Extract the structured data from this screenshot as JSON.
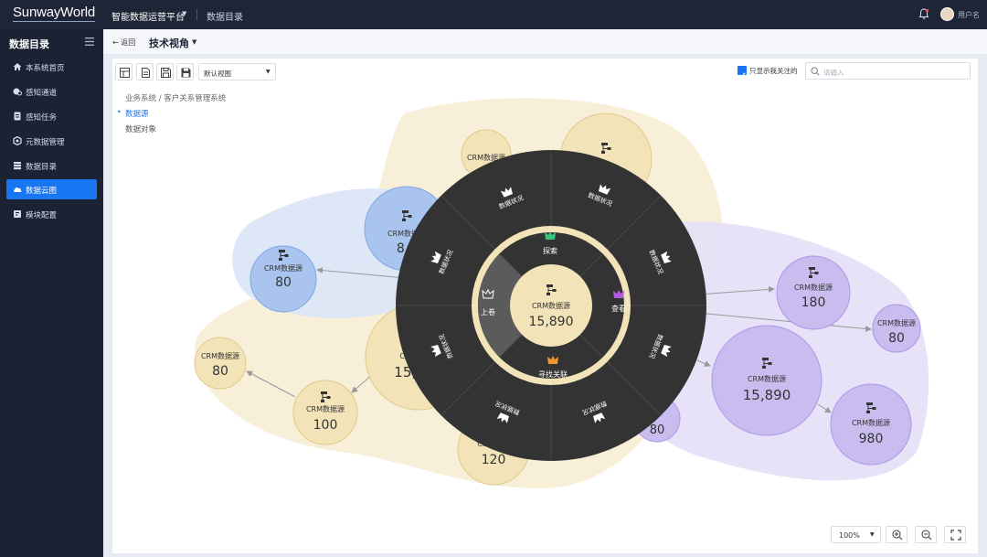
{
  "app": {
    "logo": "SunwayWorld",
    "platform": "智能数据运营平台",
    "top_crumb": "数据目录",
    "username": "用户名"
  },
  "sidebar": {
    "title": "数据目录",
    "items": [
      {
        "label": "本系统首页",
        "icon": "home-icon",
        "active": false
      },
      {
        "label": "感知通道",
        "icon": "channel-icon",
        "active": false
      },
      {
        "label": "感知任务",
        "icon": "task-icon",
        "active": false
      },
      {
        "label": "元数据管理",
        "icon": "metadata-icon",
        "active": false
      },
      {
        "label": "数据目录",
        "icon": "catalog-icon",
        "active": false
      },
      {
        "label": "数据云图",
        "icon": "cloud-icon",
        "active": true
      },
      {
        "label": "模块配置",
        "icon": "config-icon",
        "active": false
      }
    ]
  },
  "subheader": {
    "back_label": "返回",
    "view_title": "技术视角"
  },
  "toolbar": {
    "view_select": "默认视图",
    "follow_label": "只显示我关注的",
    "follow_checked": true,
    "search_placeholder": "请输入"
  },
  "path": {
    "line1": "业务系统 / 客户关系管理系统",
    "line2": "数据源",
    "line3": "数据对象"
  },
  "nodes": [
    {
      "label": "CRM数据源",
      "value": "80"
    },
    {
      "label": "CRM数据源",
      "value": "8,8"
    },
    {
      "label": "CRM数据源",
      "value": ""
    },
    {
      "label": "CRM数据源",
      "value": "80"
    },
    {
      "label": "CRM数据源",
      "value": "100"
    },
    {
      "label": "CR",
      "value": "15,8"
    },
    {
      "label": "CR",
      "value": "120"
    },
    {
      "label": "CRM数据源",
      "value": "180"
    },
    {
      "label": "CRM数据源",
      "value": "80"
    },
    {
      "label": "CRM数据源",
      "value": "15,890"
    },
    {
      "label": "CRM数据源",
      "value": "980"
    },
    {
      "label": "",
      "value": "80"
    }
  ],
  "radial_menu": {
    "center_label": "CRM数据源",
    "center_value": "15,890",
    "inner": [
      {
        "label": "探索",
        "color": "#3cc47c"
      },
      {
        "label": "查看",
        "color": "#b35ce0"
      },
      {
        "label": "寻找关联",
        "color": "#f0962e"
      },
      {
        "label": "上卷",
        "color": "#ffffff"
      }
    ],
    "outer_labels": [
      "数据状况",
      "数据状况",
      "数据状况",
      "数据状况",
      "数据状况",
      "数据状况",
      "数据状况",
      "数据状况"
    ]
  },
  "zoom": {
    "level": "100%"
  },
  "colors": {
    "accent": "#1976f2",
    "sidebar_bg": "#1a2233",
    "topbar_bg": "#1d2536",
    "beige_node": "#f3e3b8",
    "blue_node": "#a9c5ef",
    "purple_node": "#c9bdf0",
    "radial_dark": "#2f2f2f"
  }
}
